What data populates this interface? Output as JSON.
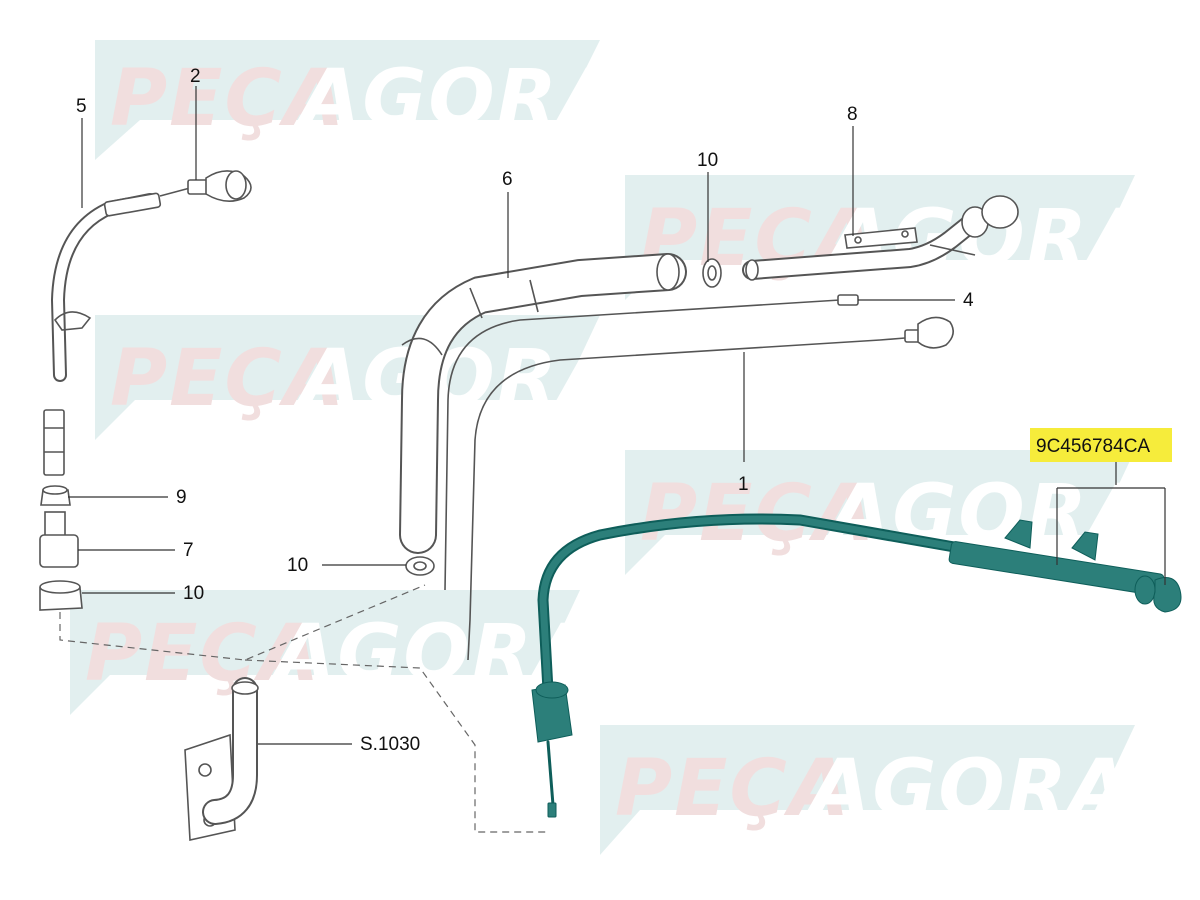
{
  "watermark": {
    "part1": "PEÇA",
    "part2": "AGORA",
    "band_color": "#e2efef",
    "text1_color": "#f1dede",
    "text2_color": "#ffffff"
  },
  "callouts": {
    "c1": "1",
    "c2": "2",
    "c4": "4",
    "c5": "5",
    "c6": "6",
    "c7": "7",
    "c8": "8",
    "c9": "9",
    "c10_top": "10",
    "c10_left": "10",
    "c10_mid": "10",
    "s1030": "S.1030"
  },
  "part_number": {
    "label": "9C456784CA",
    "highlight_color": "#f6ec3b"
  },
  "colors": {
    "highlight_part": "#2c7f7a",
    "line_art": "#555555"
  }
}
